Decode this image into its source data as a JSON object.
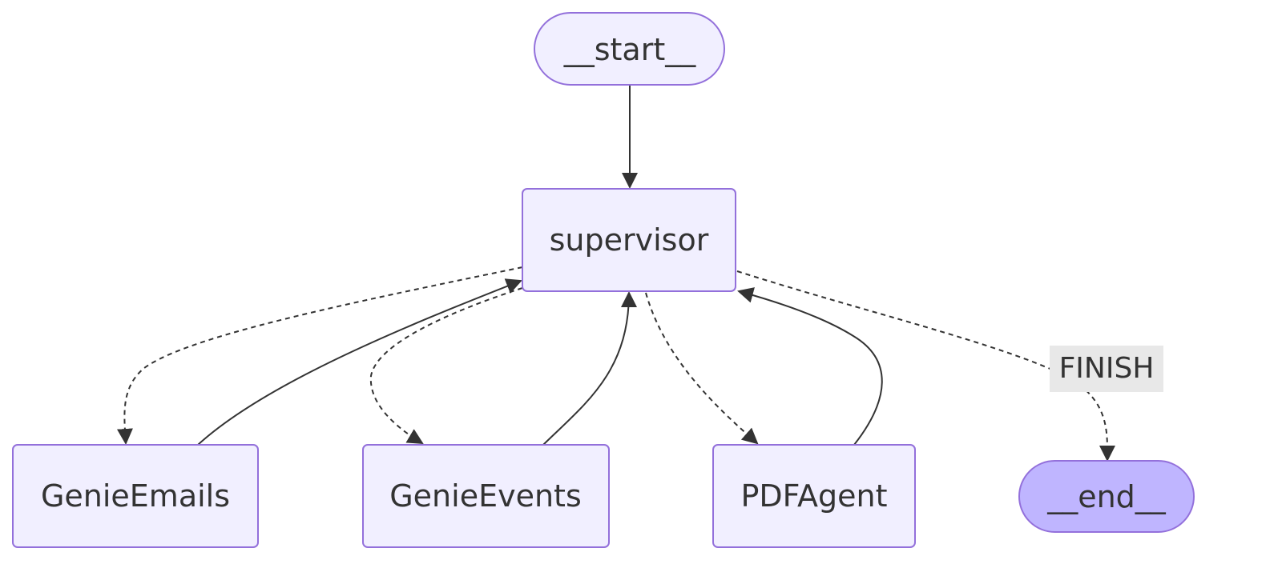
{
  "nodes": {
    "start": "__start__",
    "supervisor": "supervisor",
    "genie_emails": "GenieEmails",
    "genie_events": "GenieEvents",
    "pdf_agent": "PDFAgent",
    "end": "__end__"
  },
  "edges": {
    "finish_label": "FINISH"
  },
  "colors": {
    "node_fill": "#f1efff",
    "node_stroke": "#9370db",
    "end_fill": "#bfb5ff",
    "edge": "#333333",
    "label_bg": "#e8e8e8"
  }
}
